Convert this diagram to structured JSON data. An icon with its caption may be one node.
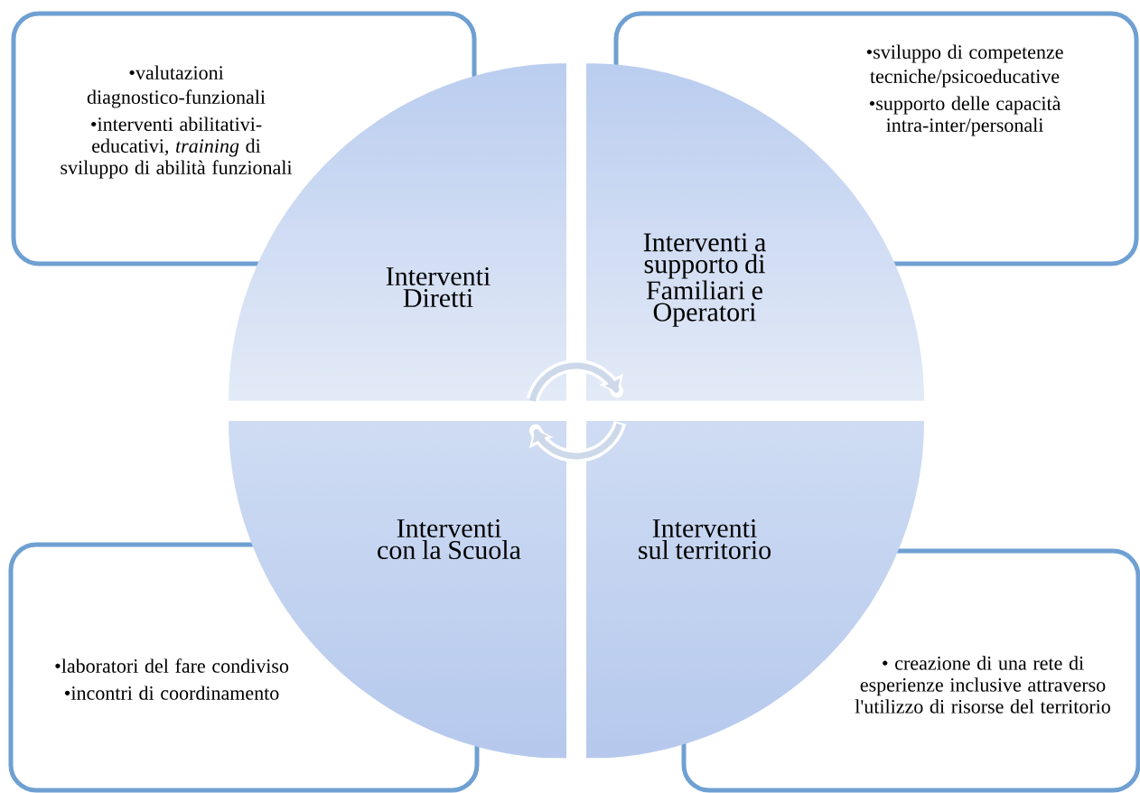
{
  "diagram": {
    "nodes": [
      {
        "text": [
          "•valutazioni diagnostico-funzionali",
          "•interventi abilitativi-educativi, *training* di sviluppo di abilità funzionali"
        ]
      },
      {
        "text": [
          "•sviluppo di competenze tecniche/psicoeducative",
          "•supporto delle capacità intra-inter/personali"
        ]
      },
      {
        "text": [
          "Interventi Diretti"
        ]
      },
      {
        "text": [
          "Interventi a supporto di Familiari e Operatori"
        ]
      },
      {
        "text": [
          "Interventi con la Scuola"
        ]
      },
      {
        "text": [
          "Interventi sul territorio"
        ]
      },
      {
        "text": [
          "•laboratori del fare condiviso",
          "•incontri di coordinamento"
        ]
      },
      {
        "text": [
          "• creazione di una rete di esperienze inclusive attraverso l'utilizzo di risorse del territorio"
        ]
      }
    ]
  }
}
